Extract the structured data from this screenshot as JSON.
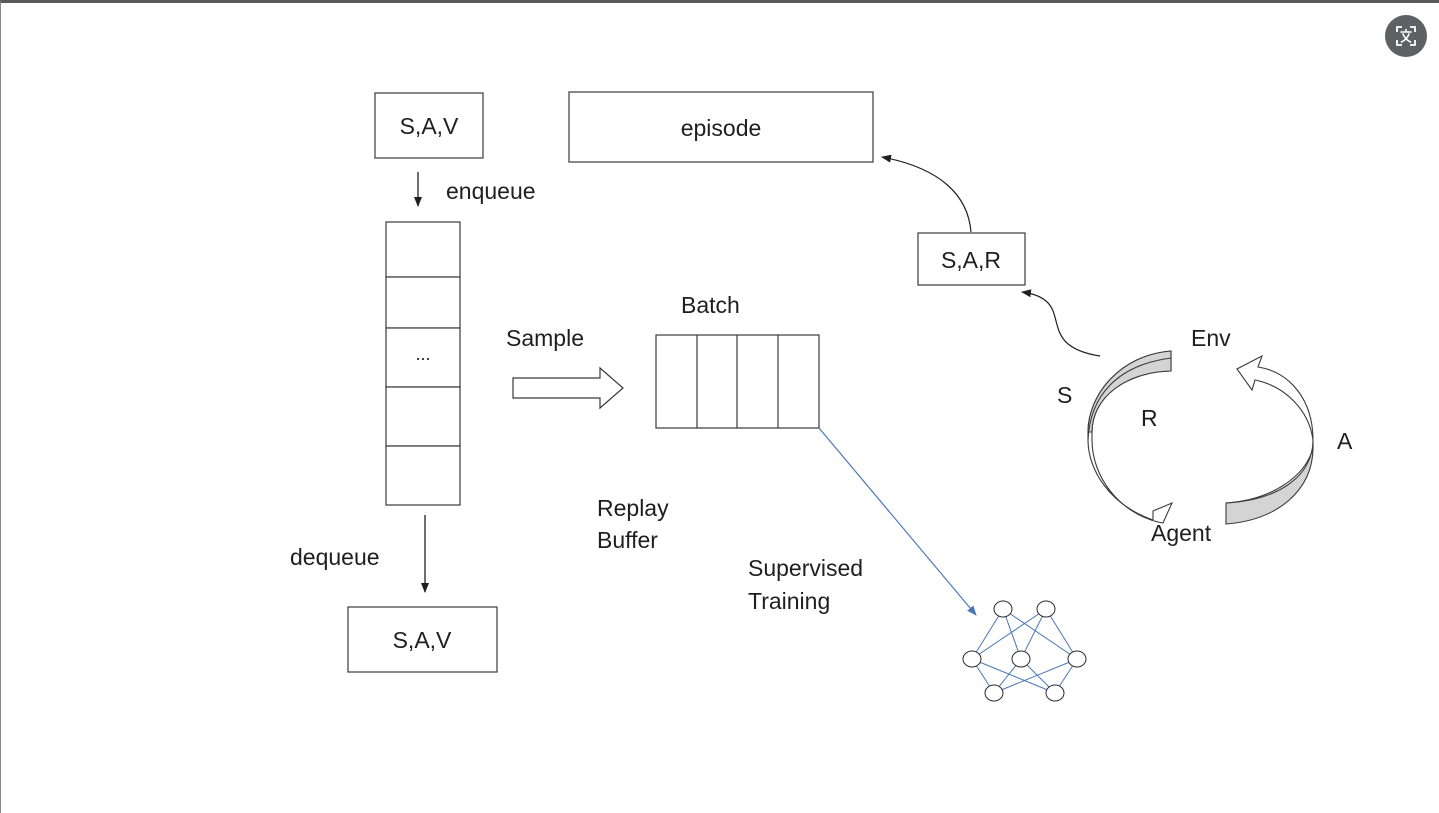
{
  "labels": {
    "sav_top": "S,A,V",
    "episode": "episode",
    "enqueue": "enqueue",
    "sar": "S,A,R",
    "ellipsis": "...",
    "sample": "Sample",
    "batch": "Batch",
    "env": "Env",
    "s": "S",
    "r": "R",
    "a": "A",
    "agent": "Agent",
    "replay": "Replay",
    "buffer": "Buffer",
    "dequeue": "dequeue",
    "supervised": "Supervised",
    "training": "Training",
    "sav_bottom": "S,A,V"
  },
  "colors": {
    "stroke": "#3a3a3a",
    "text": "#1f1f1f",
    "network": "#4a76b8",
    "cycle_fill": "#d4d4d4",
    "button_bg": "#5f6063"
  },
  "icons": {
    "translate": "translate-icon"
  }
}
